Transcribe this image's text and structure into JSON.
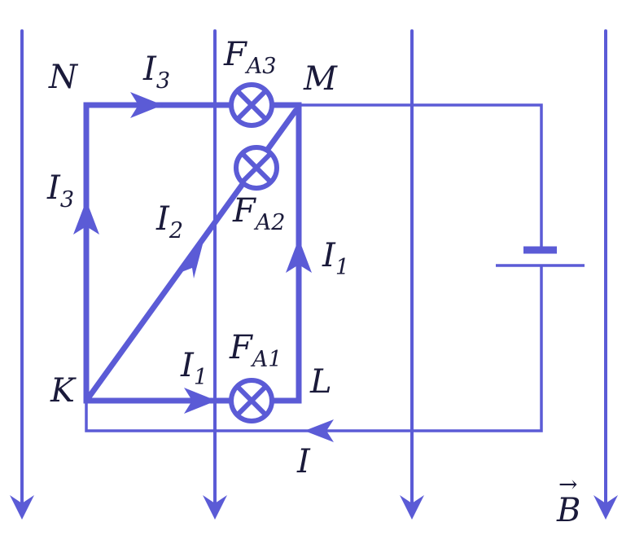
{
  "colors": {
    "wire": "#5b5bd6",
    "text": "#1a1a3a",
    "background": "#ffffff"
  },
  "labels": {
    "node_n": "N",
    "node_m": "M",
    "node_k": "K",
    "node_l": "L",
    "current_total": "I",
    "field_main": "B",
    "field_arrow": "→",
    "i3_top": {
      "main": "I",
      "sub": "3"
    },
    "i3_left": {
      "main": "I",
      "sub": "3"
    },
    "i2_diag": {
      "main": "I",
      "sub": "2"
    },
    "i1_right": {
      "main": "I",
      "sub": "1"
    },
    "i1_bottom": {
      "main": "I",
      "sub": "1"
    },
    "fa3": {
      "main": "F",
      "sub": "A3"
    },
    "fa2": {
      "main": "F",
      "sub": "A2"
    },
    "fa1": {
      "main": "F",
      "sub": "A1"
    }
  },
  "icons": {
    "force_into_page": "circle-cross-icon",
    "battery": "battery-icon",
    "field_line": "arrow-down-icon"
  }
}
